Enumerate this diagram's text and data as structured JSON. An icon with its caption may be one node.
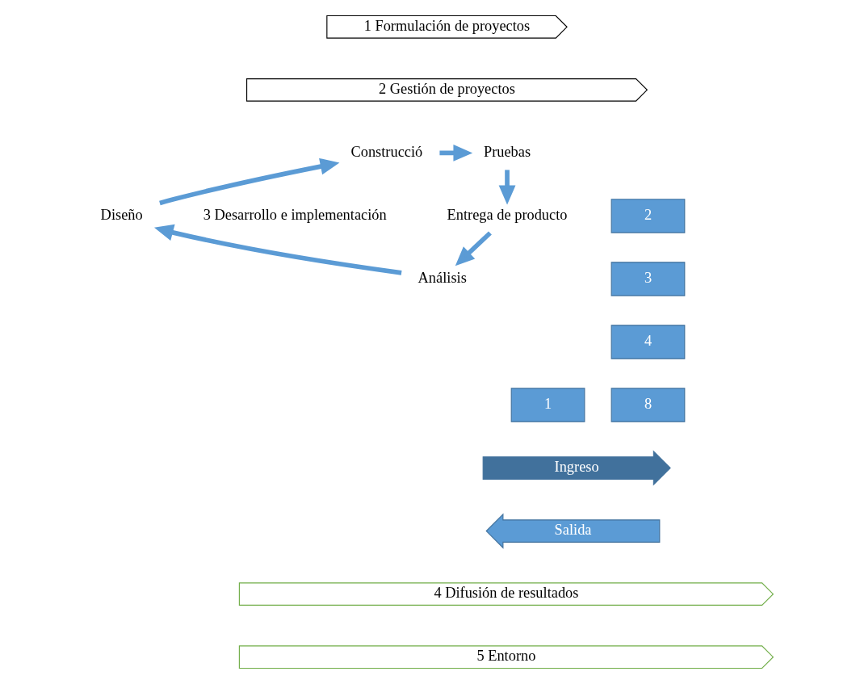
{
  "diagram": {
    "nodes": [
      {
        "text": [
          "1 Formulación de proyectos"
        ]
      },
      {
        "text": [
          "2 Gestión de proyectos"
        ]
      },
      {
        "text": [
          "Pruebas"
        ]
      },
      {
        "text": [
          "Construcció"
        ]
      },
      {
        "text": [
          "Entrega de producto"
        ]
      },
      {
        "text": [
          "Diseño"
        ]
      },
      {
        "text": [
          "Análisis"
        ]
      },
      {
        "text": [
          "2"
        ]
      },
      {
        "text": [
          "3"
        ]
      },
      {
        "text": [
          "4"
        ]
      },
      {
        "text": [
          "8"
        ]
      },
      {
        "text": [
          "1"
        ]
      },
      {
        "text": [
          "Ingreso"
        ]
      },
      {
        "text": [
          "Salida"
        ]
      },
      {
        "text": [
          "4 Difusión de resultados"
        ]
      },
      {
        "text": [
          "5 Entorno"
        ]
      }
    ],
    "edges": [
      {
        "from": 3,
        "to": 2,
        "arrow": "to"
      },
      {
        "from": 2,
        "to": 4,
        "arrow": "to"
      },
      {
        "from": 4,
        "to": 6,
        "arrow": "to"
      },
      {
        "from": 6,
        "to": 5,
        "arrow": "to"
      },
      {
        "from": 5,
        "to": 3,
        "arrow": "to"
      }
    ],
    "labels": [
      "3 Desarrollo e implementación"
    ]
  }
}
